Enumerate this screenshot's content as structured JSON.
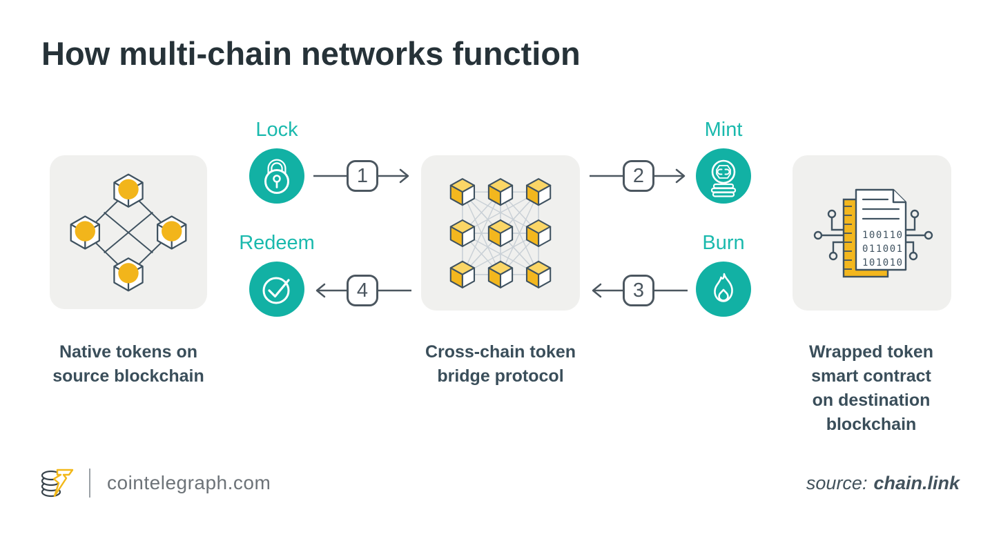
{
  "title": "How multi-chain networks function",
  "diagram": {
    "source_node": {
      "caption_lines": [
        "Native tokens on",
        "source blockchain"
      ],
      "icon": "blockchain-network-icon"
    },
    "bridge_node": {
      "caption_lines": [
        "Cross-chain token",
        "bridge protocol"
      ],
      "icon": "mesh-cubes-icon"
    },
    "destination_node": {
      "caption_lines": [
        "Wrapped token",
        "smart contract",
        "on destination",
        "blockchain"
      ],
      "icon": "smart-contract-icon"
    },
    "actions": {
      "lock": {
        "label": "Lock",
        "icon": "padlock-icon"
      },
      "mint": {
        "label": "Mint",
        "icon": "coin-stack-icon"
      },
      "redeem": {
        "label": "Redeem",
        "icon": "check-circle-icon"
      },
      "burn": {
        "label": "Burn",
        "icon": "flame-icon"
      }
    },
    "steps": [
      "1",
      "2",
      "3",
      "4"
    ],
    "contract_binary_rows": {
      "r0": "100110",
      "r1": "011001",
      "r2": "101010"
    }
  },
  "footer": {
    "site": "cointelegraph.com",
    "logo_icon": "cointelegraph-logo",
    "source_label": "source:",
    "source_name": "chain.link"
  },
  "colors": {
    "teal": "#12b1a4",
    "teal_label": "#1ab9ad",
    "yellow": "#f3b71e",
    "yellow_light": "#fbd666",
    "panel_bg": "#f0f0ee",
    "outline_slate": "#3f5260",
    "title_text": "#263238",
    "caption_text": "#3a4e5a",
    "arrow": "#4b565f",
    "mesh_line": "#c9d0d6"
  }
}
